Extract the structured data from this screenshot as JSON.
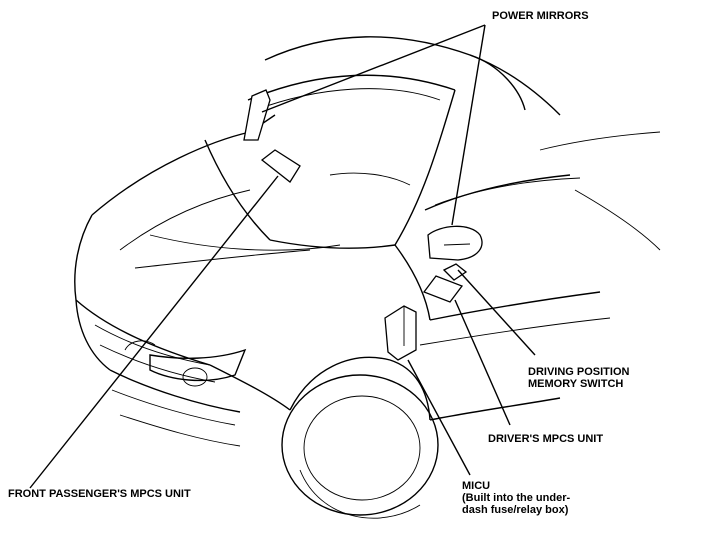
{
  "labels": {
    "power_mirrors": "POWER MIRRORS",
    "driving_position_line1": "DRIVING POSITION",
    "driving_position_line2": "MEMORY SWITCH",
    "drivers_mpcs": "DRIVER'S MPCS UNIT",
    "micu_title": "MICU",
    "micu_note_line1": "(Built into the under-",
    "micu_note_line2": "dash fuse/relay box)",
    "front_passenger_mpcs": "FRONT PASSENGER'S MPCS UNIT"
  }
}
